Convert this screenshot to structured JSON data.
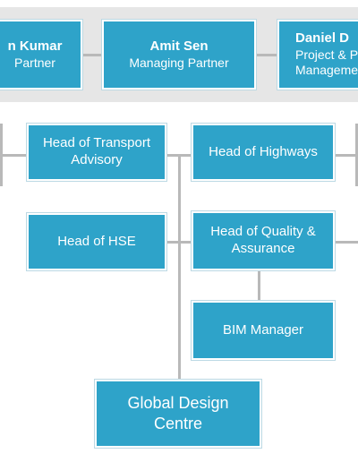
{
  "partners": [
    {
      "name": "n Kumar",
      "role": "Partner"
    },
    {
      "name": "Amit Sen",
      "role": "Managing Partner"
    },
    {
      "name": "Daniel D",
      "role_line1": "Project & Pr",
      "role_line2": "Manageme"
    }
  ],
  "units": {
    "transport": "Head of Transport Advisory",
    "highways": "Head of Highways",
    "hse": "Head of HSE",
    "quality": "Head of Quality & Assurance",
    "bim": "BIM Manager",
    "gdc": "Global Design Centre"
  },
  "colors": {
    "box": "#2ea3c9",
    "band": "#e6e6e6",
    "connector": "#b9b9b9"
  }
}
